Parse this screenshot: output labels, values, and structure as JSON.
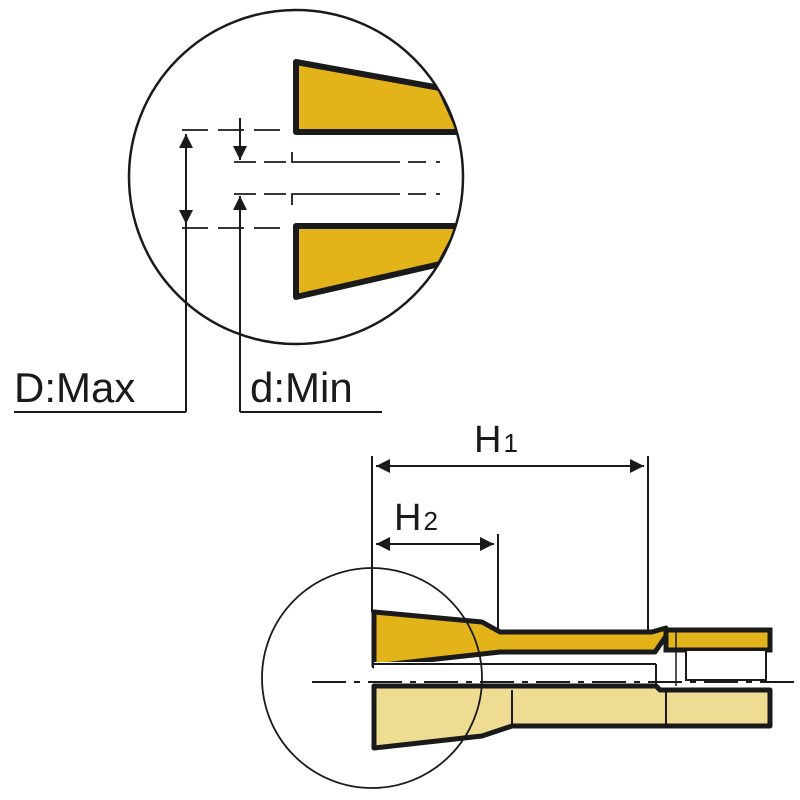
{
  "labels": {
    "d_max": "D:Max",
    "d_min": "d:Min",
    "h1_main": "H",
    "h1_sub": "1",
    "h2_main": "H",
    "h2_sub": "2"
  },
  "colors": {
    "gold": "#e3b31a",
    "gold_light": "#efdc93",
    "outline": "#1a1a1a"
  }
}
